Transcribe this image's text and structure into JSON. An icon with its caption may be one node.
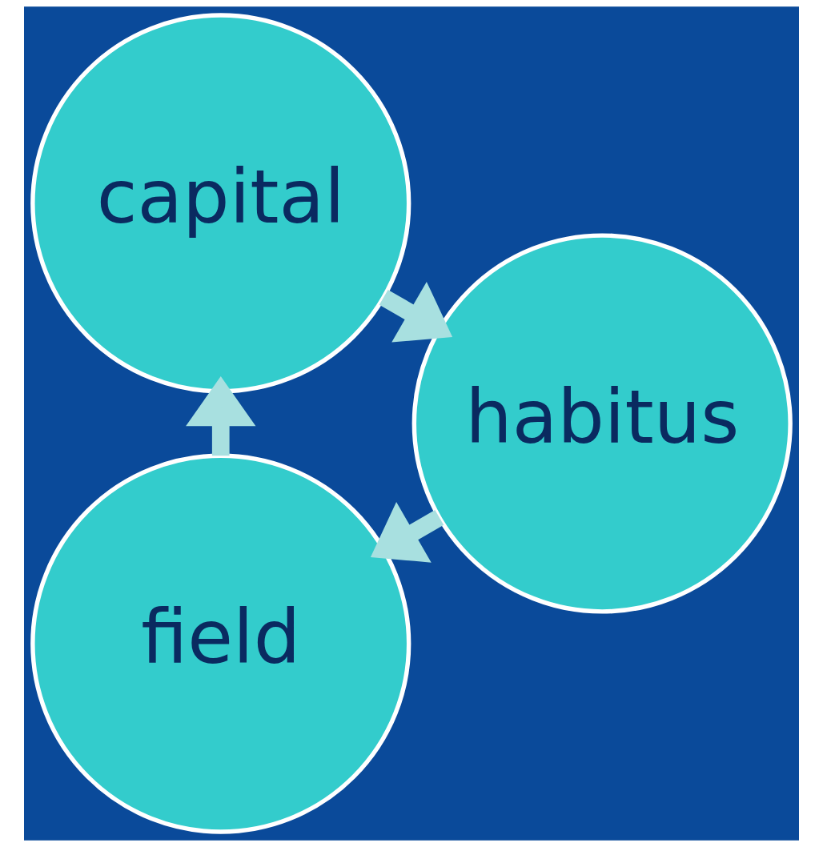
{
  "diagram": {
    "nodes": [
      {
        "text": [
          "field"
        ]
      },
      {
        "text": [
          "capital"
        ]
      },
      {
        "text": [
          "habitus"
        ]
      }
    ],
    "edges": [
      {
        "from": 0,
        "to": 1,
        "arrow": "to"
      },
      {
        "from": 1,
        "to": 2,
        "arrow": "to"
      },
      {
        "from": 2,
        "to": 0,
        "arrow": "to"
      }
    ]
  }
}
